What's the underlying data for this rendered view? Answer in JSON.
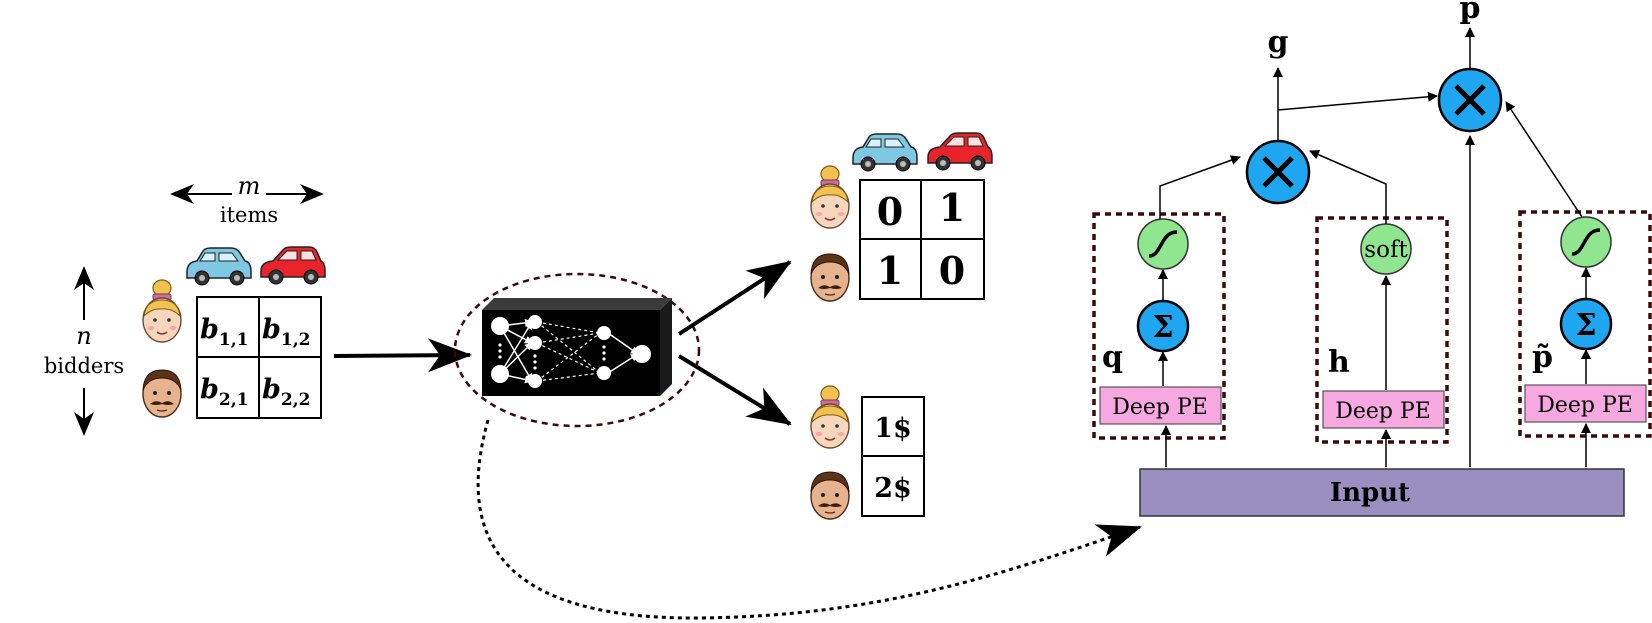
{
  "left": {
    "m_label": "m",
    "items_label": "items",
    "n_label": "n",
    "bidders_label": "bidders",
    "bids": [
      [
        "b",
        "1,1"
      ],
      [
        "b",
        "1,2"
      ],
      [
        "b",
        "2,1"
      ],
      [
        "b",
        "2,2"
      ]
    ]
  },
  "allocation": {
    "cells": [
      "0",
      "1",
      "1",
      "0"
    ]
  },
  "payments": {
    "cells": [
      "1$",
      "2$"
    ]
  },
  "network": {
    "outputs": {
      "g": "g",
      "p": "p"
    },
    "branch_labels": {
      "q": "q",
      "h": "h",
      "p_tilde": "p̃"
    },
    "soft_label": "soft",
    "sigma_label": "Σ",
    "deep_pe_label": "Deep PE",
    "input_label": "Input"
  },
  "colors": {
    "deep_pe_fill": "#f7a8e0",
    "input_fill": "#9b8ec0",
    "multiply_fill": "#1ea7f0",
    "sigma_fill": "#1ea7f0",
    "activation_fill": "#8fe68f",
    "dashed_border": "#3a0a0a",
    "car_blue": "#7ec8e3",
    "car_red": "#e8232a"
  }
}
